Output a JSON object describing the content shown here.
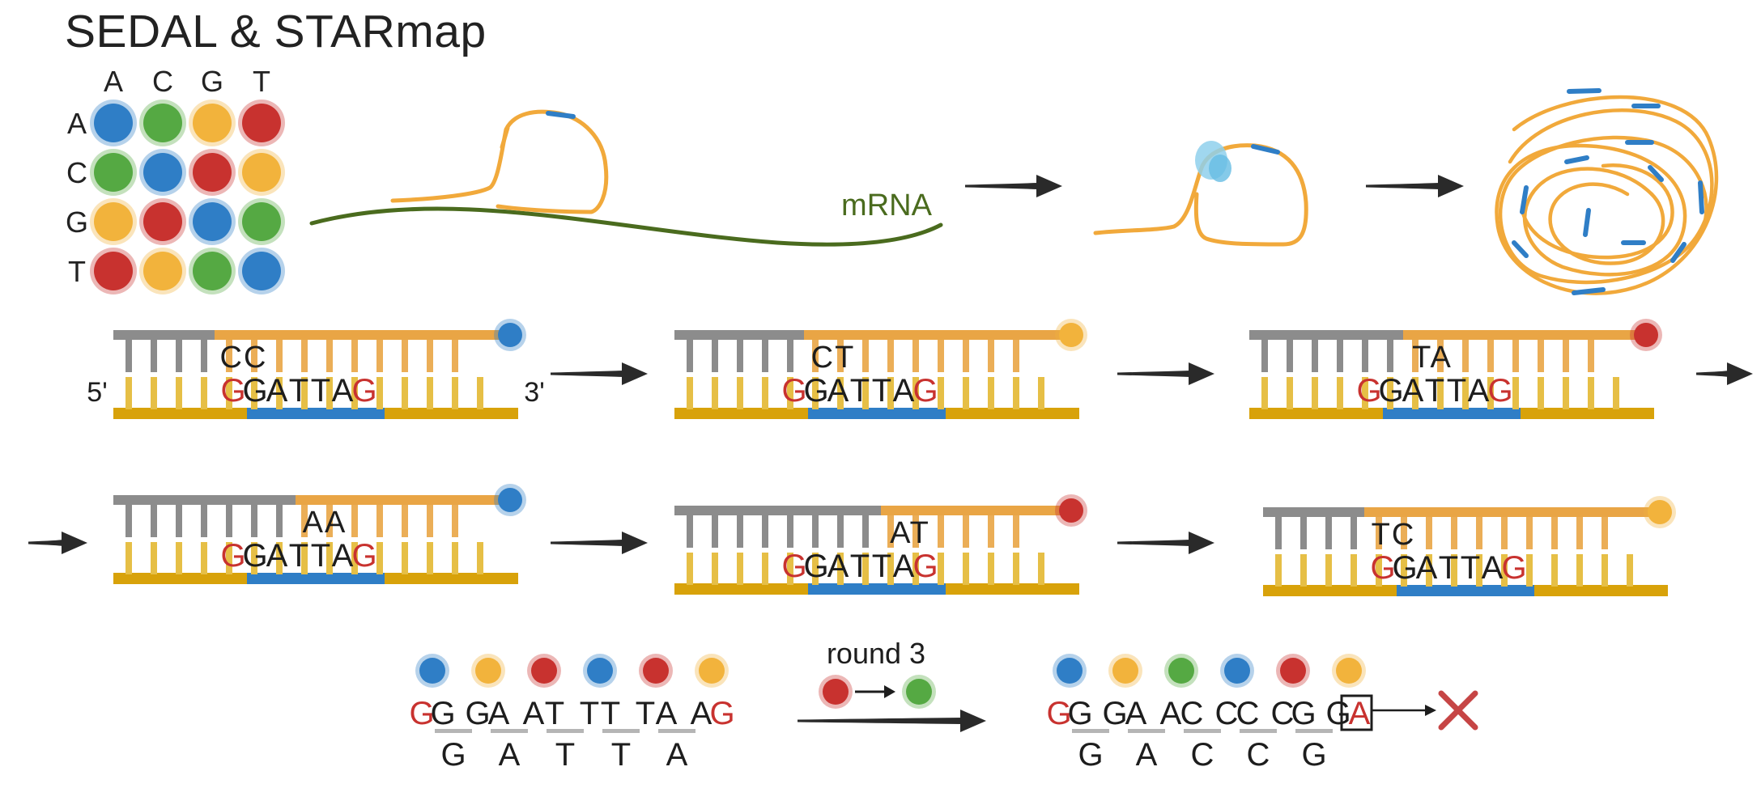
{
  "title": "SEDAL & STARmap",
  "matrix": {
    "col_headers": [
      "A",
      "C",
      "G",
      "T"
    ],
    "row_headers": [
      "A",
      "C",
      "G",
      "T"
    ],
    "cells": [
      [
        "blue",
        "green",
        "yellow",
        "red"
      ],
      [
        "green",
        "blue",
        "red",
        "yellow"
      ],
      [
        "yellow",
        "red",
        "blue",
        "green"
      ],
      [
        "red",
        "yellow",
        "green",
        "blue"
      ]
    ]
  },
  "colors": {
    "blue": "#2f7ec6",
    "green": "#55a943",
    "yellow": "#f2b33c",
    "red": "#c8322f",
    "orange_strand": "#f1a93b",
    "mrna": "#4a6b1e",
    "gray": "#8c8c8c",
    "gold": "#d8a20a",
    "probe_teeth": "#e6bf46",
    "sbs_teeth": "#e9a545",
    "cross": "#c64545"
  },
  "top_row": {
    "mrna_label": "mRNA"
  },
  "ligation_steps": [
    {
      "dibase": "CC",
      "dot": "blue",
      "template": [
        "G",
        "G",
        "A",
        "T",
        "T",
        "A",
        "G"
      ],
      "five": "5'",
      "three": "3'"
    },
    {
      "dibase": "CT",
      "dot": "yellow",
      "template": [
        "G",
        "G",
        "A",
        "T",
        "T",
        "A",
        "G"
      ]
    },
    {
      "dibase": "TA",
      "dot": "red",
      "template": [
        "G",
        "G",
        "A",
        "T",
        "T",
        "A",
        "G"
      ]
    },
    {
      "dibase": "AA",
      "dot": "blue",
      "template": [
        "G",
        "G",
        "A",
        "T",
        "T",
        "A",
        "G"
      ]
    },
    {
      "dibase": "AT",
      "dot": "red",
      "template": [
        "G",
        "G",
        "A",
        "T",
        "T",
        "A",
        "G"
      ]
    },
    {
      "dibase": "TC",
      "dot": "yellow",
      "template": [
        "G",
        "G",
        "A",
        "T",
        "T",
        "A",
        "G"
      ]
    }
  ],
  "decode": {
    "left": {
      "dots": [
        "blue",
        "yellow",
        "red",
        "blue",
        "red",
        "yellow"
      ],
      "sequence": [
        "G",
        "G",
        "G",
        "A",
        "A",
        "T",
        "T",
        "T",
        "T",
        "A",
        "A",
        "G"
      ],
      "decoded": [
        "G",
        "A",
        "T",
        "T",
        "A"
      ]
    },
    "round_label": "round 3",
    "swap": [
      "red",
      "green"
    ],
    "right": {
      "dots": [
        "blue",
        "yellow",
        "green",
        "blue",
        "red",
        "yellow"
      ],
      "sequence": [
        "G",
        "G",
        "G",
        "A",
        "A",
        "C",
        "C",
        "C",
        "C",
        "G",
        "G",
        "A"
      ],
      "decoded": [
        "G",
        "A",
        "C",
        "C",
        "G"
      ]
    }
  }
}
